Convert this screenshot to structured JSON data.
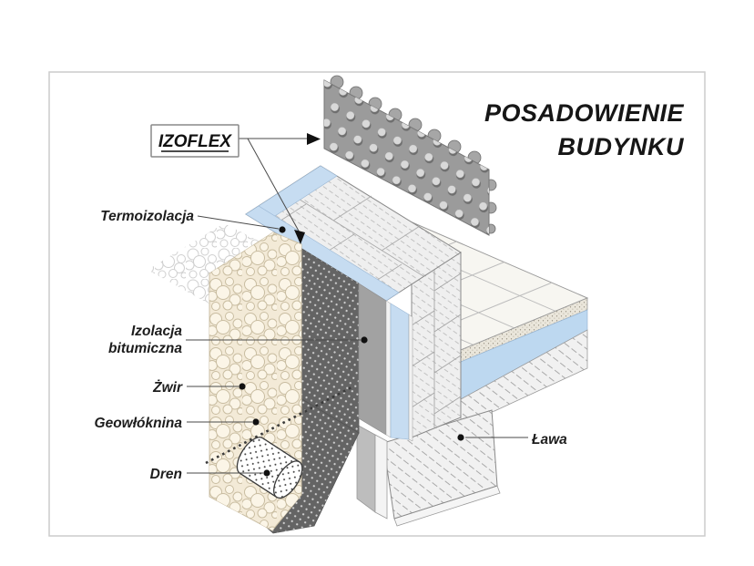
{
  "title": {
    "line1": "POSADOWIENIE",
    "line2": "BUDYNKU"
  },
  "product_box": {
    "label": "IZOFLEX"
  },
  "labels": {
    "termoizolacja": "Termoizolacja",
    "izolacja_bitumiczna_line1": "Izolacja",
    "izolacja_bitumiczna_line2": "bitumiczna",
    "zwir": "Żwir",
    "geowloknina": "Geowłóknina",
    "dren": "Dren",
    "lawa": "Ława"
  },
  "colors": {
    "insulation_blue": "#c6dcf1",
    "slab_insulation_blue": "#bdd8f0",
    "bitumen_gray": "#a2a2a2",
    "membrane_dark": "#646464",
    "sheet_gray": "#9b9b9b",
    "gravel_beige": "#f3ead7",
    "leader_line": "#4a4a4a"
  }
}
